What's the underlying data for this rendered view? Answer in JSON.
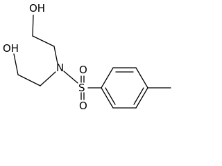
{
  "molecule": {
    "labels": {
      "oh_upper": "OH",
      "oh_lower": "OH",
      "nitrogen": "N",
      "sulfur": "S",
      "oxygen_upper": "O",
      "oxygen_lower": "O"
    },
    "colors": {
      "stroke": "#000000",
      "background": "#ffffff"
    }
  }
}
